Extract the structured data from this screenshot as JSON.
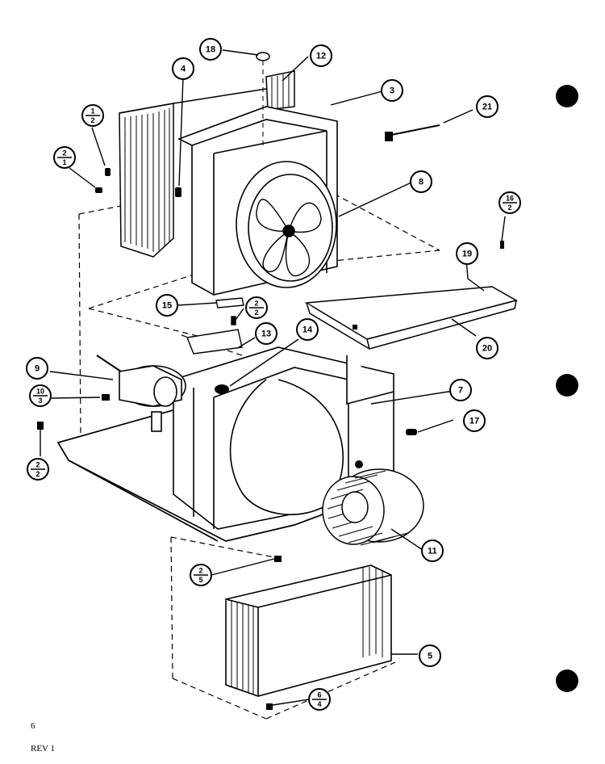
{
  "diagram": {
    "callouts_single": [
      "18",
      "12",
      "3",
      "4",
      "21",
      "8",
      "19",
      "20",
      "15",
      "13",
      "14",
      "9",
      "7",
      "17",
      "11",
      "5"
    ],
    "callouts_fraction": [
      {
        "top": "1",
        "bottom": "2"
      },
      {
        "top": "2",
        "bottom": "1"
      },
      {
        "top": "16",
        "bottom": "2"
      },
      {
        "top": "2",
        "bottom": "2"
      },
      {
        "top": "10",
        "bottom": "3"
      },
      {
        "top": "2",
        "bottom": "2"
      },
      {
        "top": "2",
        "bottom": "5"
      },
      {
        "top": "6",
        "bottom": "4"
      }
    ]
  },
  "footer": {
    "page_number": "6",
    "revision": "REV 1"
  }
}
